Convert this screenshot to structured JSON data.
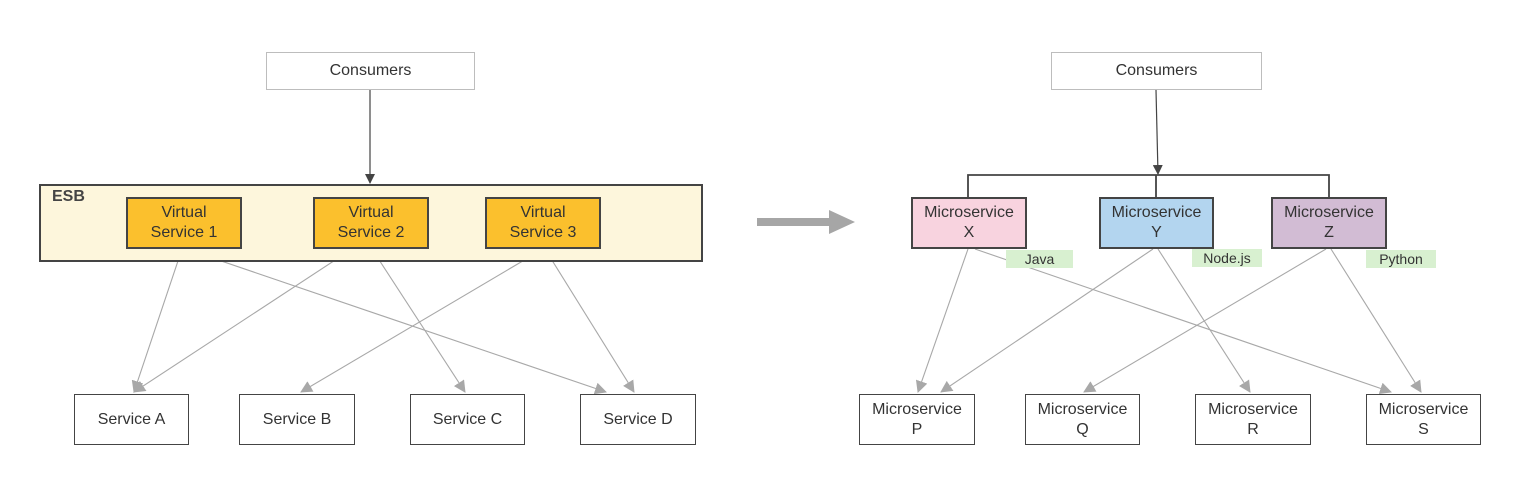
{
  "left": {
    "consumers": "Consumers",
    "esb_label": "ESB",
    "virtual_services": [
      "Virtual\nService 1",
      "Virtual\nService 2",
      "Virtual\nService 3"
    ],
    "services": [
      "Service A",
      "Service B",
      "Service C",
      "Service D"
    ]
  },
  "right": {
    "consumers": "Consumers",
    "microservices_top": [
      {
        "label": "Microservice\nX",
        "tag": "Java",
        "color": "#f8d3df"
      },
      {
        "label": "Microservice\nY",
        "tag": "Node.js",
        "color": "#b3d5ef"
      },
      {
        "label": "Microservice\nZ",
        "tag": "Python",
        "color": "#d2bcd4"
      }
    ],
    "microservices_bottom": [
      "Microservice\nP",
      "Microservice\nQ",
      "Microservice\nR",
      "Microservice\nS"
    ]
  },
  "colors": {
    "virtual_service": "#fbc02d",
    "esb_background": "#fdf6dc",
    "tag_background": "#d8f0d0",
    "transition_arrow": "#a6a6a6"
  }
}
